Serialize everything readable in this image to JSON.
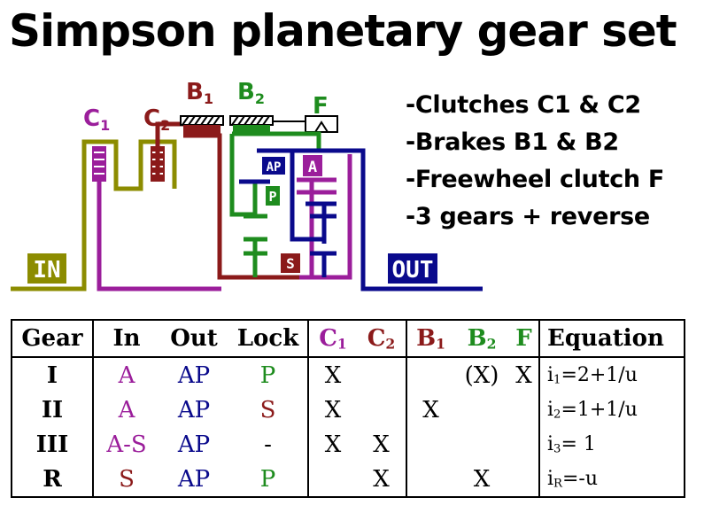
{
  "title": "Simpson planetary gear set",
  "notes": [
    "-Clutches C1 & C2",
    "-Brakes B1 & B2",
    "-Freewheel clutch F",
    "-3 gears + reverse"
  ],
  "colors": {
    "olive": "#8c8c00",
    "purple": "#9b1e9b",
    "maroon": "#8b1a1a",
    "green": "#1e8c1e",
    "navy": "#0a0a8c",
    "black": "#000000"
  },
  "diagram": {
    "labels": {
      "c1": {
        "main": "C",
        "sub": "1"
      },
      "c2": {
        "main": "C",
        "sub": "2"
      },
      "b1": {
        "main": "B",
        "sub": "1"
      },
      "b2": {
        "main": "B",
        "sub": "2"
      },
      "f": "F",
      "ap": "AP",
      "p": "P",
      "a": "A",
      "s": "S",
      "in": "IN",
      "out": "OUT"
    }
  },
  "table": {
    "header": {
      "gear": "Gear",
      "in": "In",
      "out": "Out",
      "lock": "Lock",
      "c1": {
        "main": "C",
        "sub": "1"
      },
      "c2": {
        "main": "C",
        "sub": "2"
      },
      "b1": {
        "main": "B",
        "sub": "1"
      },
      "b2": {
        "main": "B",
        "sub": "2"
      },
      "f": "F",
      "equation": "Equation"
    },
    "rows": [
      {
        "gear": "I",
        "in": "A",
        "out": "AP",
        "lock": "P",
        "c1": "X",
        "c2": "",
        "b1": "",
        "b2": "(X)",
        "f": "X",
        "eq_main": "i",
        "eq_sub": "1",
        "eq_rest": "=2+1/u"
      },
      {
        "gear": "II",
        "in": "A",
        "out": "AP",
        "lock": "S",
        "c1": "X",
        "c2": "",
        "b1": "X",
        "b2": "",
        "f": "",
        "eq_main": "i",
        "eq_sub": "2",
        "eq_rest": "=1+1/u"
      },
      {
        "gear": "III",
        "in": "A-S",
        "out": "AP",
        "lock": "-",
        "c1": "X",
        "c2": "X",
        "b1": "",
        "b2": "",
        "f": "",
        "eq_main": "i",
        "eq_sub": "3",
        "eq_rest": "= 1"
      },
      {
        "gear": "R",
        "in": "S",
        "out": "AP",
        "lock": "P",
        "c1": "",
        "c2": "X",
        "b1": "",
        "b2": "X",
        "f": "",
        "eq_main": "i",
        "eq_sub": "R",
        "eq_rest": "=-u"
      }
    ]
  }
}
